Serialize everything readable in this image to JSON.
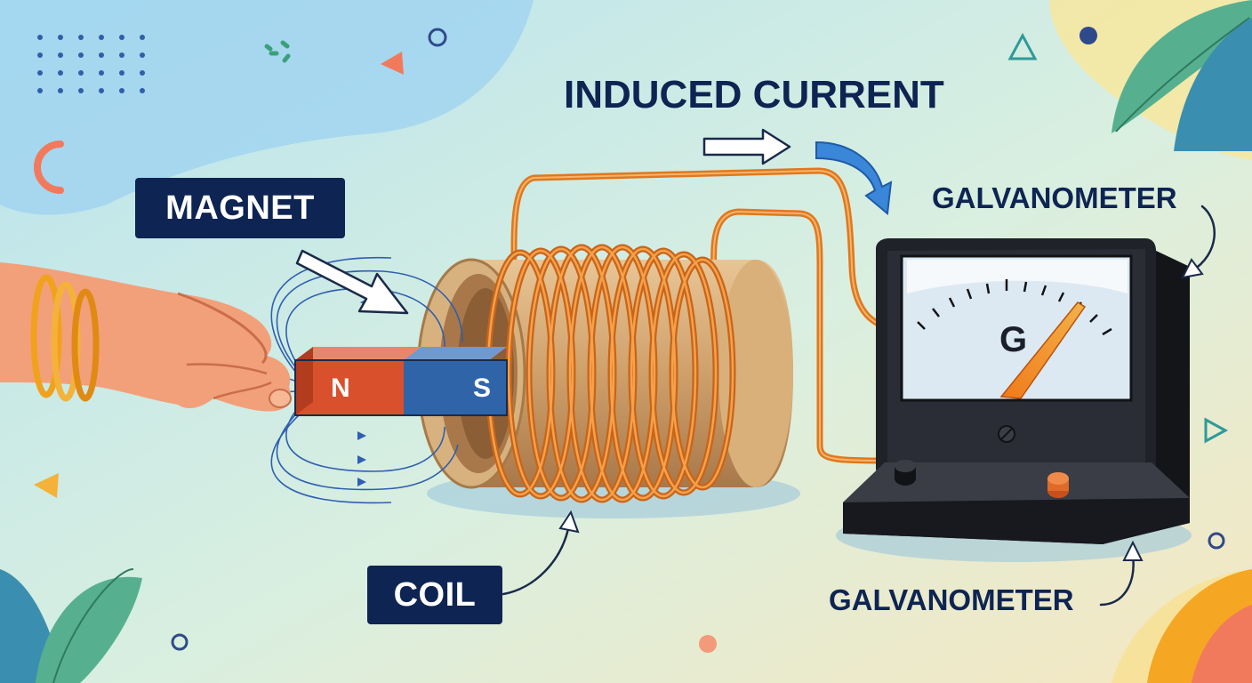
{
  "labels": {
    "magnet": "MAGNET",
    "coil": "COIL",
    "induced_current": "INDUCED CURRENT",
    "galvanometer_top": "GALVANOMETER",
    "galvanometer_bottom": "GALVANOMETER",
    "north_pole": "N",
    "south_pole": "S",
    "dial_letter": "G"
  },
  "colors": {
    "label_navy": "#0e2452",
    "north_red": "#d9502c",
    "south_blue": "#2f65a8",
    "copper": "#e0781e",
    "meter_body": "#23262d",
    "accent_blue_arrow": "#3a86d8"
  },
  "galvanometer": {
    "needle_deflection": "right"
  }
}
